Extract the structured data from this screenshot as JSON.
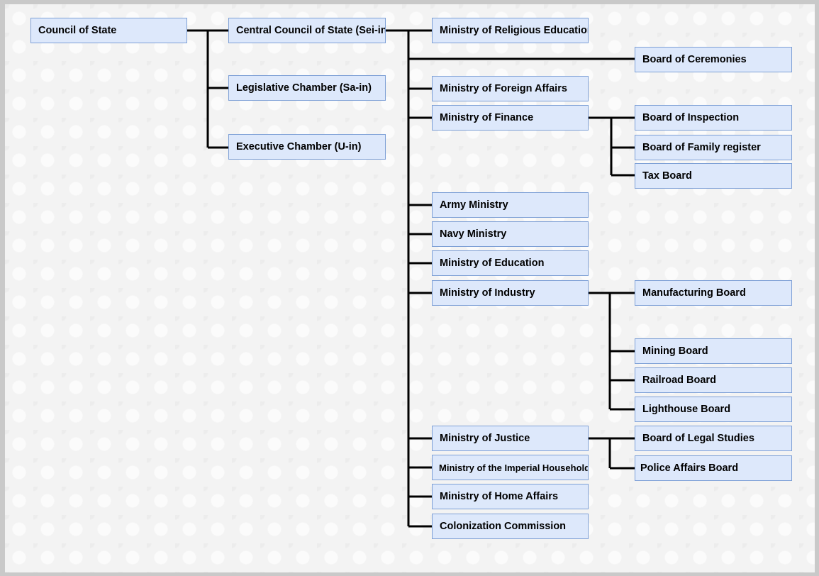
{
  "nodes": {
    "council_of_state": "Council of State",
    "central_council": "Central Council of State (Sei-in)",
    "legislative_chamber": "Legislative Chamber (Sa-in)",
    "executive_chamber": "Executive Chamber (U-in)",
    "religious_education": "Ministry of Religious Education",
    "board_ceremonies": "Board of Ceremonies",
    "foreign_affairs": "Ministry of Foreign Affairs",
    "finance": "Ministry of Finance",
    "board_inspection": "Board of Inspection",
    "board_family_register": "Board of Family register",
    "tax_board": "Tax Board",
    "army": "Army Ministry",
    "navy": "Navy Ministry",
    "education": "Ministry of Education",
    "industry": "Ministry of Industry",
    "manufacturing_board": "Manufacturing Board",
    "mining_board": "Mining Board",
    "railroad_board": "Railroad Board",
    "lighthouse_board": "Lighthouse Board",
    "justice": "Ministry of Justice",
    "board_legal_studies": "Board of Legal Studies",
    "police_affairs_board": "Police Affairs Board",
    "imperial_household": "Ministry of the Imperial Household",
    "home_affairs": "Ministry of Home Affairs",
    "colonization_commission": "Colonization Commission"
  }
}
